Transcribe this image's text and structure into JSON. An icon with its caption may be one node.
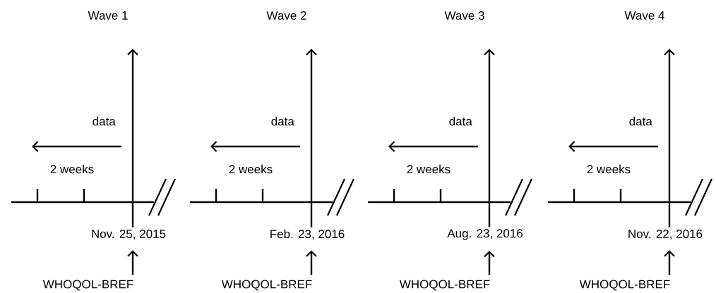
{
  "diagram": {
    "nodes": [
      {
        "text": [
          "Wave 1"
        ]
      },
      {
        "text": [
          "Wave 2"
        ]
      },
      {
        "text": [
          "Wave 3"
        ]
      },
      {
        "text": [
          "Wave 4"
        ]
      },
      {
        "text": [
          "Nov. 25, 2015"
        ]
      },
      {
        "text": [
          "Feb. 23, 2016"
        ]
      },
      {
        "text": [
          "Aug. 23, 2016"
        ]
      },
      {
        "text": [
          "Nov. 22, 2016"
        ]
      },
      {
        "text": [
          "WHOQOL-BREF"
        ]
      },
      {
        "text": [
          "WHOQOL-BREF"
        ]
      },
      {
        "text": [
          "WHOQOL-BREF"
        ]
      },
      {
        "text": [
          "WHOQOL-BREF"
        ]
      }
    ],
    "edges": [
      {
        "from": 4,
        "to": 0,
        "arrow": "to"
      },
      {
        "from": 5,
        "to": 1,
        "arrow": "to"
      },
      {
        "from": 6,
        "to": 2,
        "arrow": "to"
      },
      {
        "from": 7,
        "to": 3,
        "arrow": "to"
      },
      {
        "from": 8,
        "to": 4,
        "arrow": "to"
      },
      {
        "from": 9,
        "to": 5,
        "arrow": "to"
      },
      {
        "from": 10,
        "to": 6,
        "arrow": "to"
      },
      {
        "from": 11,
        "to": 7,
        "arrow": "to"
      }
    ],
    "labels": [
      "data",
      "data",
      "data",
      "data",
      "2 weeks",
      "2 weeks",
      "2 weeks",
      "2 weeks"
    ]
  }
}
